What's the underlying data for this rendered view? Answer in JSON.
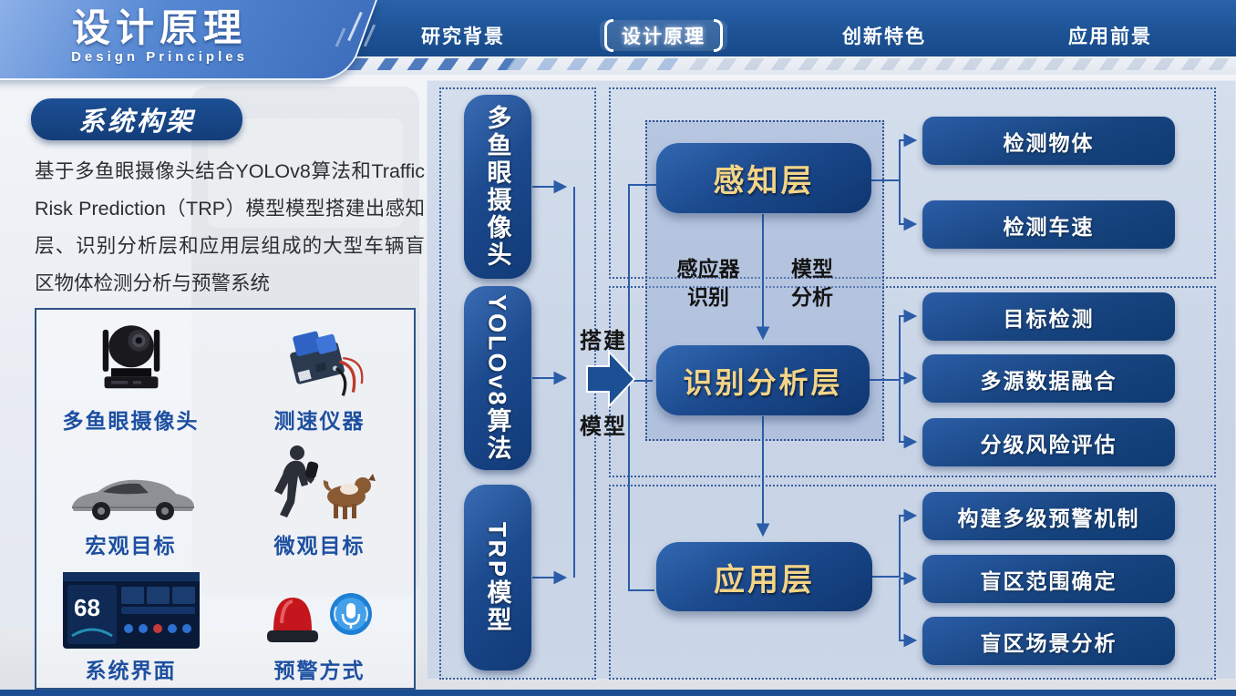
{
  "header": {
    "title": "设计原理",
    "subtitle": "Design Principles",
    "nav": [
      {
        "label": "研究背景"
      },
      {
        "label": "设计原理"
      },
      {
        "label": "创新特色"
      },
      {
        "label": "应用前景"
      }
    ]
  },
  "left_panel": {
    "badge": "系统构架",
    "description": "基于多鱼眼摄像头结合YOLOv8算法和Traffic Risk Prediction（TRP）模型模型搭建出感知层、识别分析层和应用层组成的大型车辆盲区物体检测分析与预警系统",
    "gallery": [
      {
        "label": "多鱼眼摄像头"
      },
      {
        "label": "测速仪器"
      },
      {
        "label": "宏观目标"
      },
      {
        "label": "微观目标"
      },
      {
        "label": "系统界面",
        "screen_speed": "68"
      },
      {
        "label": "预警方式"
      }
    ]
  },
  "diagram": {
    "inputs": [
      {
        "label": "多鱼眼摄像头"
      },
      {
        "label": "YOLOv8算法"
      },
      {
        "label": "TRP模型"
      }
    ],
    "build_label_top": "搭建",
    "build_label_bottom": "模型",
    "mid_labels": [
      {
        "line1": "感应器",
        "line2": "识别"
      },
      {
        "line1": "模型",
        "line2": "分析"
      }
    ],
    "layers": [
      {
        "name": "感知层"
      },
      {
        "name": "识别分析层"
      },
      {
        "name": "应用层"
      }
    ],
    "outputs": [
      {
        "label": "检测物体"
      },
      {
        "label": "检测车速"
      },
      {
        "label": "目标检测"
      },
      {
        "label": "多源数据融合"
      },
      {
        "label": "分级风险评估"
      },
      {
        "label": "构建多级预警机制"
      },
      {
        "label": "盲区范围确定"
      },
      {
        "label": "盲区场景分析"
      }
    ]
  },
  "colors": {
    "header_band": "#1d5294",
    "title_box": "#4a7fcd",
    "panel_bg": "#ccd8e9",
    "box_dark": "#153f7e",
    "gold_text": "#f3d488",
    "dashed_border": "#3a5f9e",
    "label_blue": "#1d4fa0",
    "connector": "#2b5ca8"
  }
}
